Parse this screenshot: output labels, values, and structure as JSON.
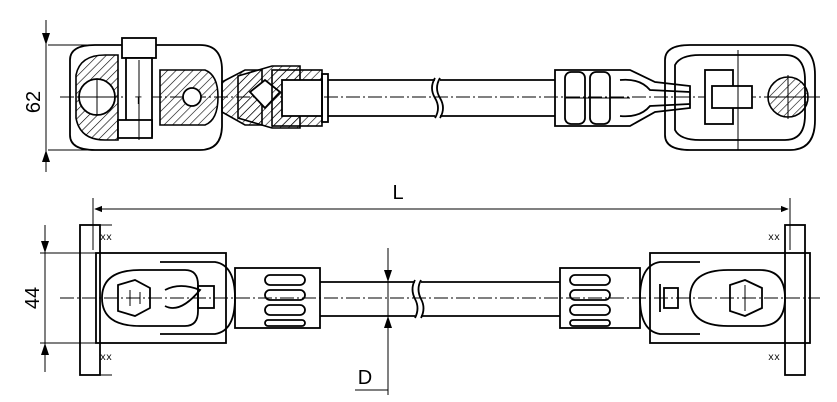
{
  "dimensions": {
    "top_height": "62",
    "overall_length": "L",
    "bottom_height": "44",
    "diameter": "D"
  }
}
